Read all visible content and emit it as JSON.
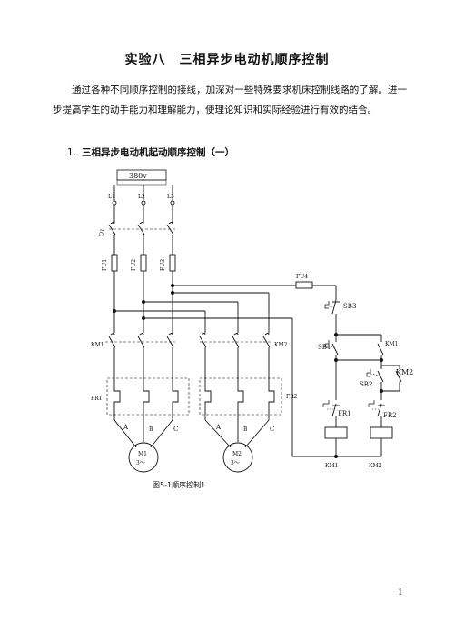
{
  "title": "实验八　三相异步电动机顺序控制",
  "intro": "通过各种不同顺序控制的接线，加深对一些特殊要求机床控制线路的了解。进一步提高学生的动手能力和理解能力，使理论知识和实际经验进行有效的结合。",
  "section": {
    "number": "1.",
    "title": "三相异步电动机起动顺序控制（一）"
  },
  "diagram": {
    "supply": "380v",
    "lines": [
      "L1",
      "L2",
      "L3"
    ],
    "breaker": "Q1",
    "fuses": [
      "FU1",
      "FU2",
      "FU3"
    ],
    "control_fuse": "FU4",
    "contactor_main_1": "KM1",
    "contactor_main_2": "KM2",
    "overload_1": "FR1",
    "overload_2": "FR2",
    "phases": [
      "A",
      "B",
      "C"
    ],
    "motor_1": {
      "name": "M1",
      "type": "3～"
    },
    "motor_2": {
      "name": "M2",
      "type": "3～"
    },
    "buttons": {
      "stop": "SB3",
      "start_1": "SB1",
      "start_2": "SB2"
    },
    "aux_contacts": {
      "km1_hold": "KM1",
      "km2_hold": "KM2"
    },
    "ctrl_overload_1": "FR1",
    "ctrl_overload_2": "FR2",
    "coils": {
      "coil_1": "KM1",
      "coil_2": "KM2"
    }
  },
  "caption": "图5-1顺序控制1",
  "page_number": "1"
}
